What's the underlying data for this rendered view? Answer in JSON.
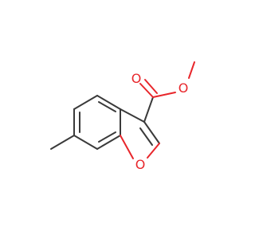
{
  "molecule": {
    "atoms": [
      {
        "id": "ring_o",
        "element": "O",
        "label": "O"
      },
      {
        "id": "carbonyl_o",
        "element": "O",
        "label": "O"
      },
      {
        "id": "ester_o",
        "element": "O",
        "label": "O"
      }
    ],
    "colors": {
      "bond": "#3a3a3a",
      "oxygen": "#e8262b",
      "background": "#ffffff"
    }
  }
}
